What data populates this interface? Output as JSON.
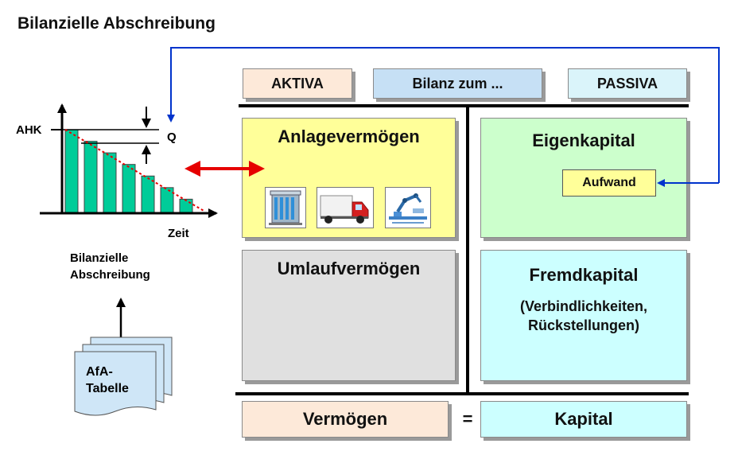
{
  "title": "Bilanzielle Abschreibung",
  "header": {
    "aktiva": "AKTIVA",
    "bilanz": "Bilanz zum ...",
    "passiva": "PASSIVA"
  },
  "aktiva": {
    "anlage": "Anlagevermögen",
    "umlauf": "Umlaufvermögen"
  },
  "passiva": {
    "eigen": "Eigenkapital",
    "aufwand": "Aufwand",
    "fremd": "Fremdkapital",
    "fremd_detail_1": "(Verbindlichkeiten,",
    "fremd_detail_2": "Rückstellungen)"
  },
  "footer": {
    "vermoegen": "Vermögen",
    "equals": "=",
    "kapital": "Kapital"
  },
  "depreciation_chart": {
    "ahk_label": "AHK",
    "q_label": "Q",
    "x_label": "Zeit",
    "caption_1": "Bilanzielle",
    "caption_2": "Abschreibung",
    "bars_relative": [
      1.0,
      0.86,
      0.72,
      0.58,
      0.44,
      0.3,
      0.16
    ]
  },
  "afa_table": {
    "line_1": "AfA-",
    "line_2": "Tabelle"
  },
  "icons": [
    "building-icon",
    "truck-icon",
    "robot-arm-icon"
  ],
  "colors": {
    "aktiva_header": "#fde9d9",
    "bilanz_header": "#c6e0f5",
    "passiva_header": "#daf4fa",
    "anlage": "#ffff99",
    "umlauf": "#e0e0e0",
    "eigen": "#ccffcc",
    "fremd": "#ccffff",
    "bars": "#00cc99",
    "red_arrow": "#e60000",
    "blue_arrow": "#0033cc"
  }
}
